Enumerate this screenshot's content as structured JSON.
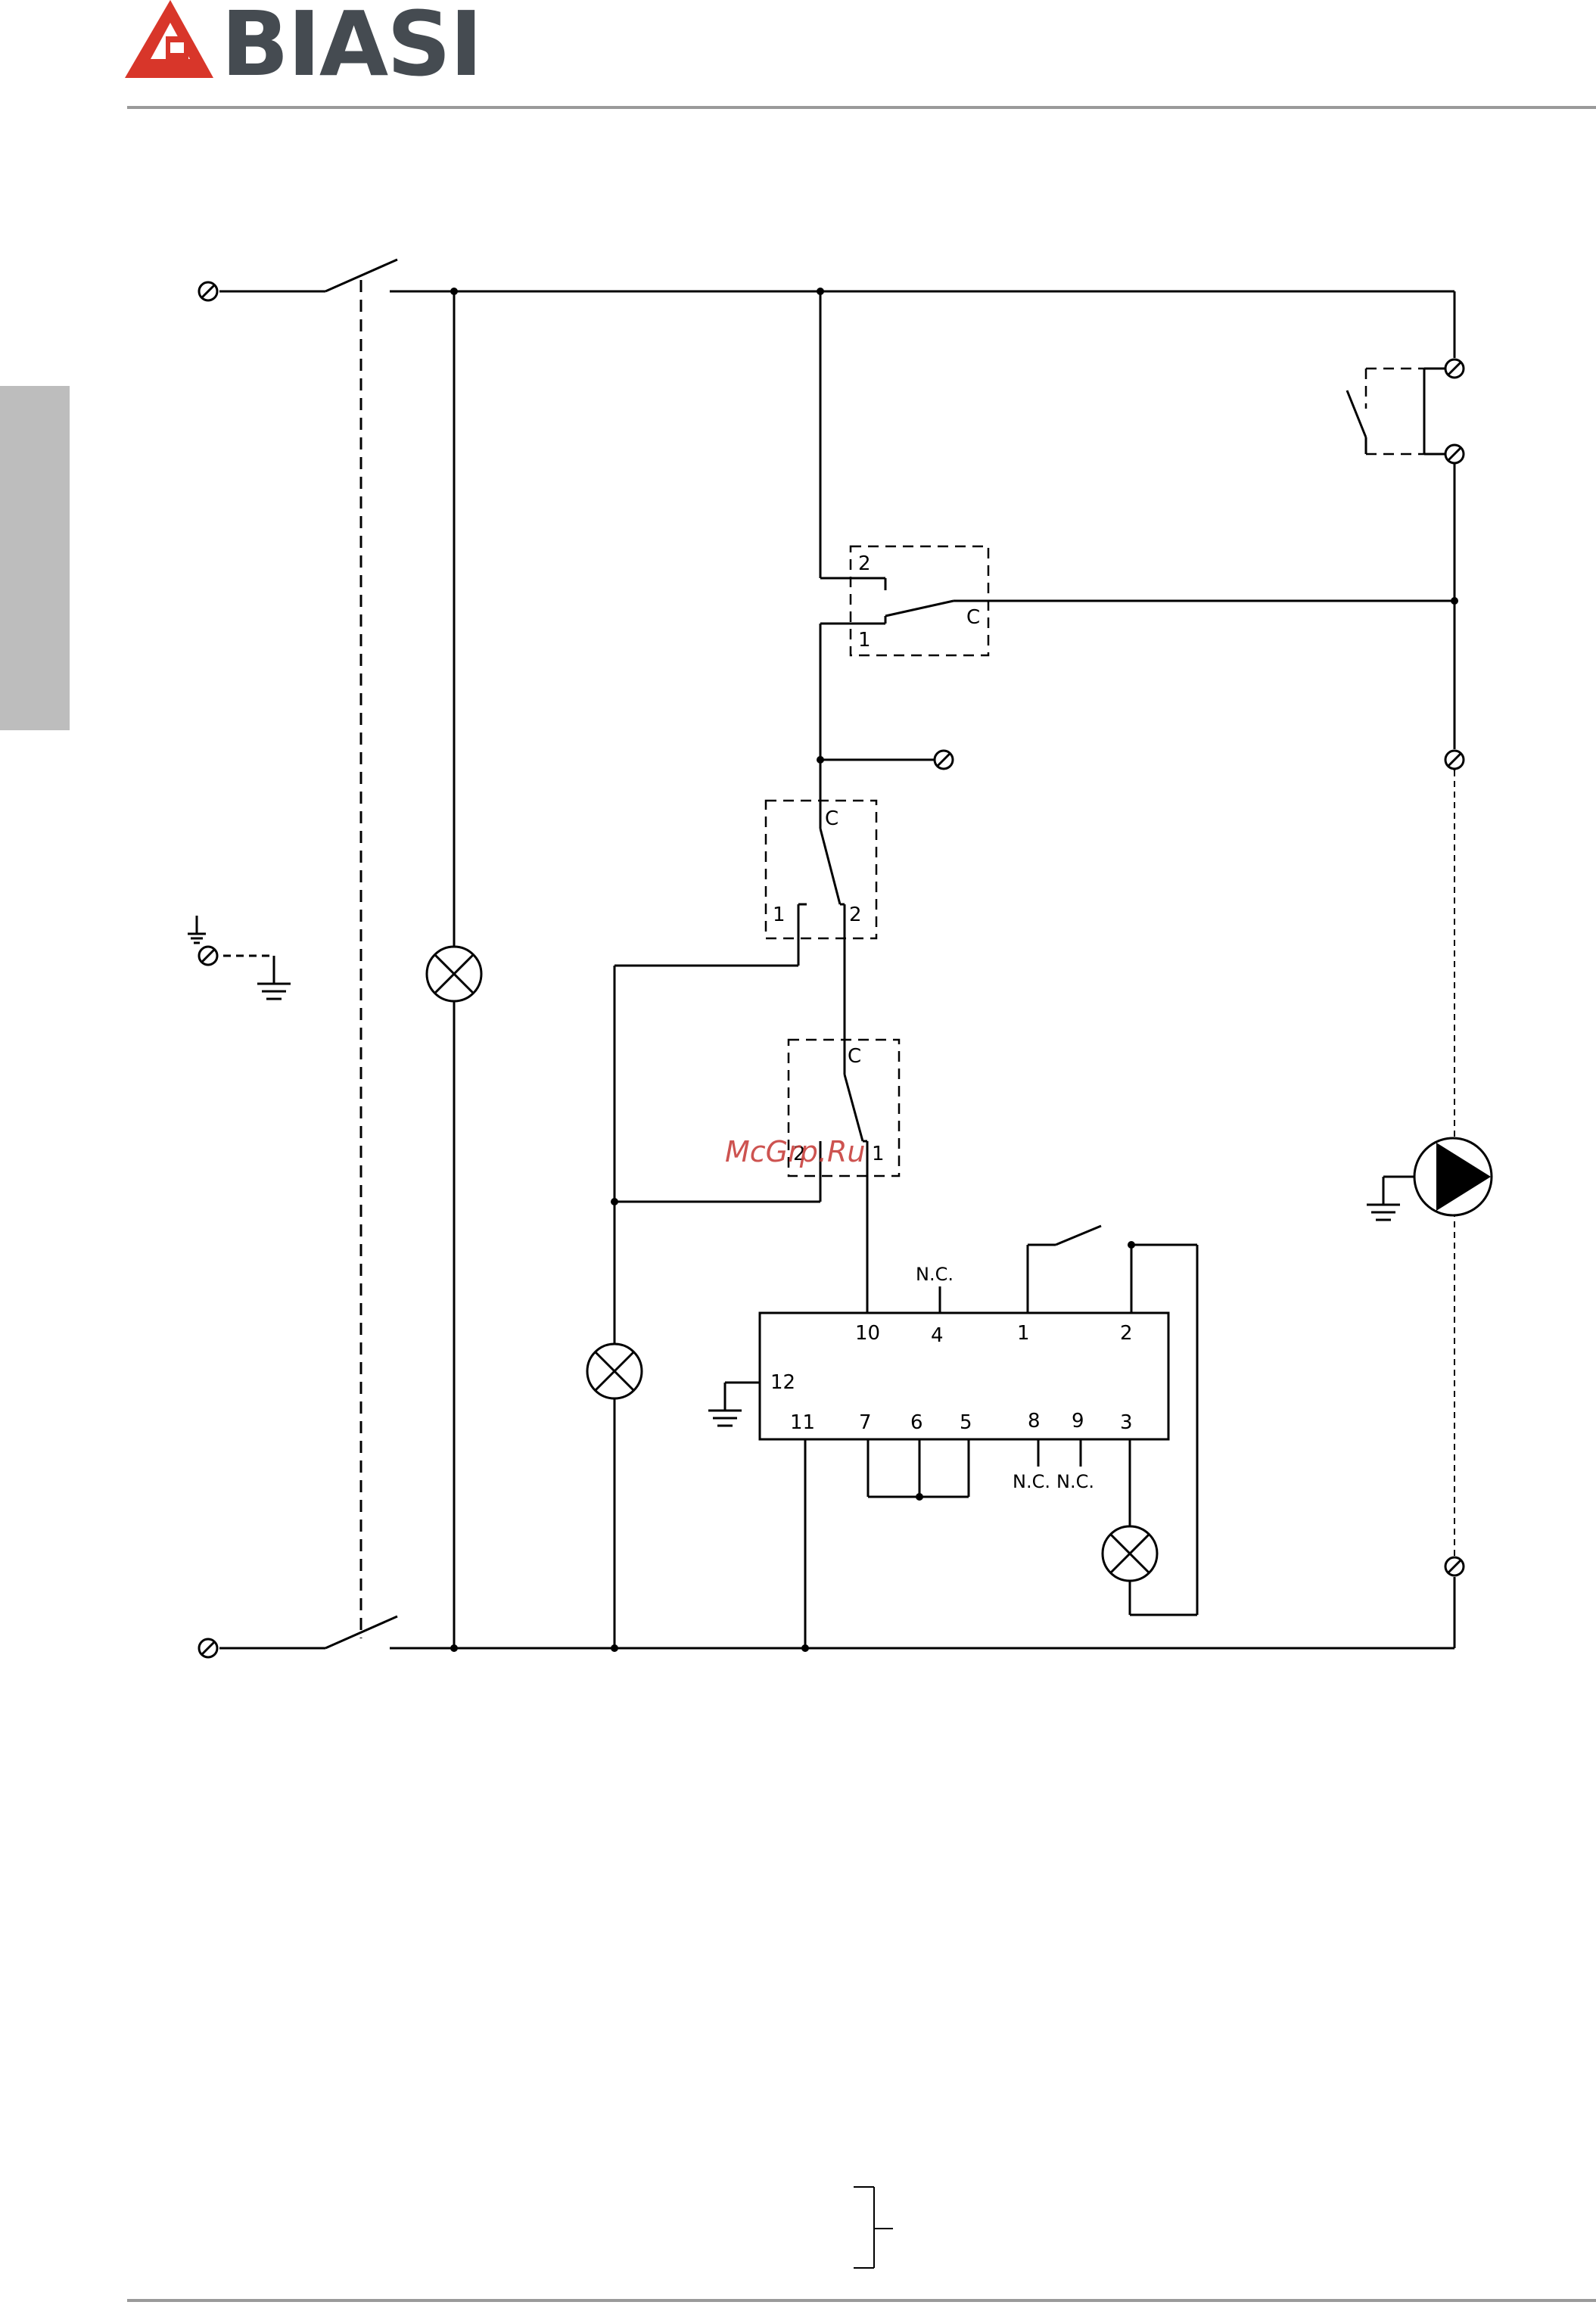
{
  "brand": {
    "name": "BIASI",
    "logo_color": "#d8362a",
    "text_color": "#454b51"
  },
  "watermark": "McGrp.Ru",
  "diagram": {
    "relay1": {
      "pin_top": "2",
      "pin_bottom": "1",
      "pin_common": "C"
    },
    "relay2": {
      "pin_common": "C",
      "pin_left": "1",
      "pin_right": "2"
    },
    "relay3": {
      "pin_common": "C",
      "pin_left": "2",
      "pin_right": "1"
    },
    "controller": {
      "top_pins": [
        "10",
        "4",
        "1",
        "2"
      ],
      "bottom_pins": [
        "11",
        "7",
        "6",
        "5",
        "8",
        "9",
        "3"
      ],
      "side_pin": "12",
      "nc_top": "N.C.",
      "nc_bottom_8": "N.C.",
      "nc_bottom_9": "N.C."
    }
  },
  "colors": {
    "line": "#000000",
    "rule": "#9a9a9a",
    "tab": "#bdbdbd"
  }
}
